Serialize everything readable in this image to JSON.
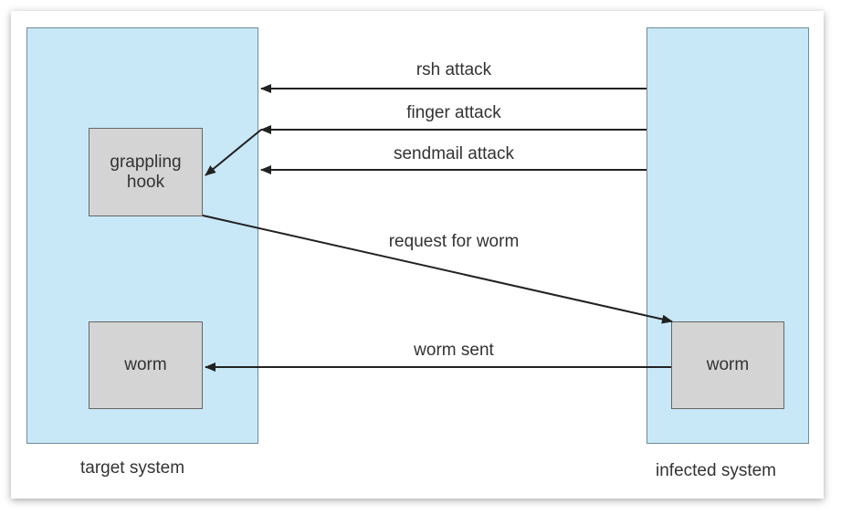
{
  "diagram": {
    "target_system": {
      "label": "target system",
      "grappling_hook": "grappling\nhook",
      "worm": "worm"
    },
    "infected_system": {
      "label": "infected system",
      "worm": "worm"
    },
    "arrows": {
      "rsh": "rsh attack",
      "finger": "finger attack",
      "sendmail": "sendmail attack",
      "request": "request for worm",
      "worm_sent": "worm sent"
    },
    "colors": {
      "panel_fill": "#c9e8f7",
      "box_fill": "#d4d4d4",
      "arrow": "#222222"
    }
  }
}
